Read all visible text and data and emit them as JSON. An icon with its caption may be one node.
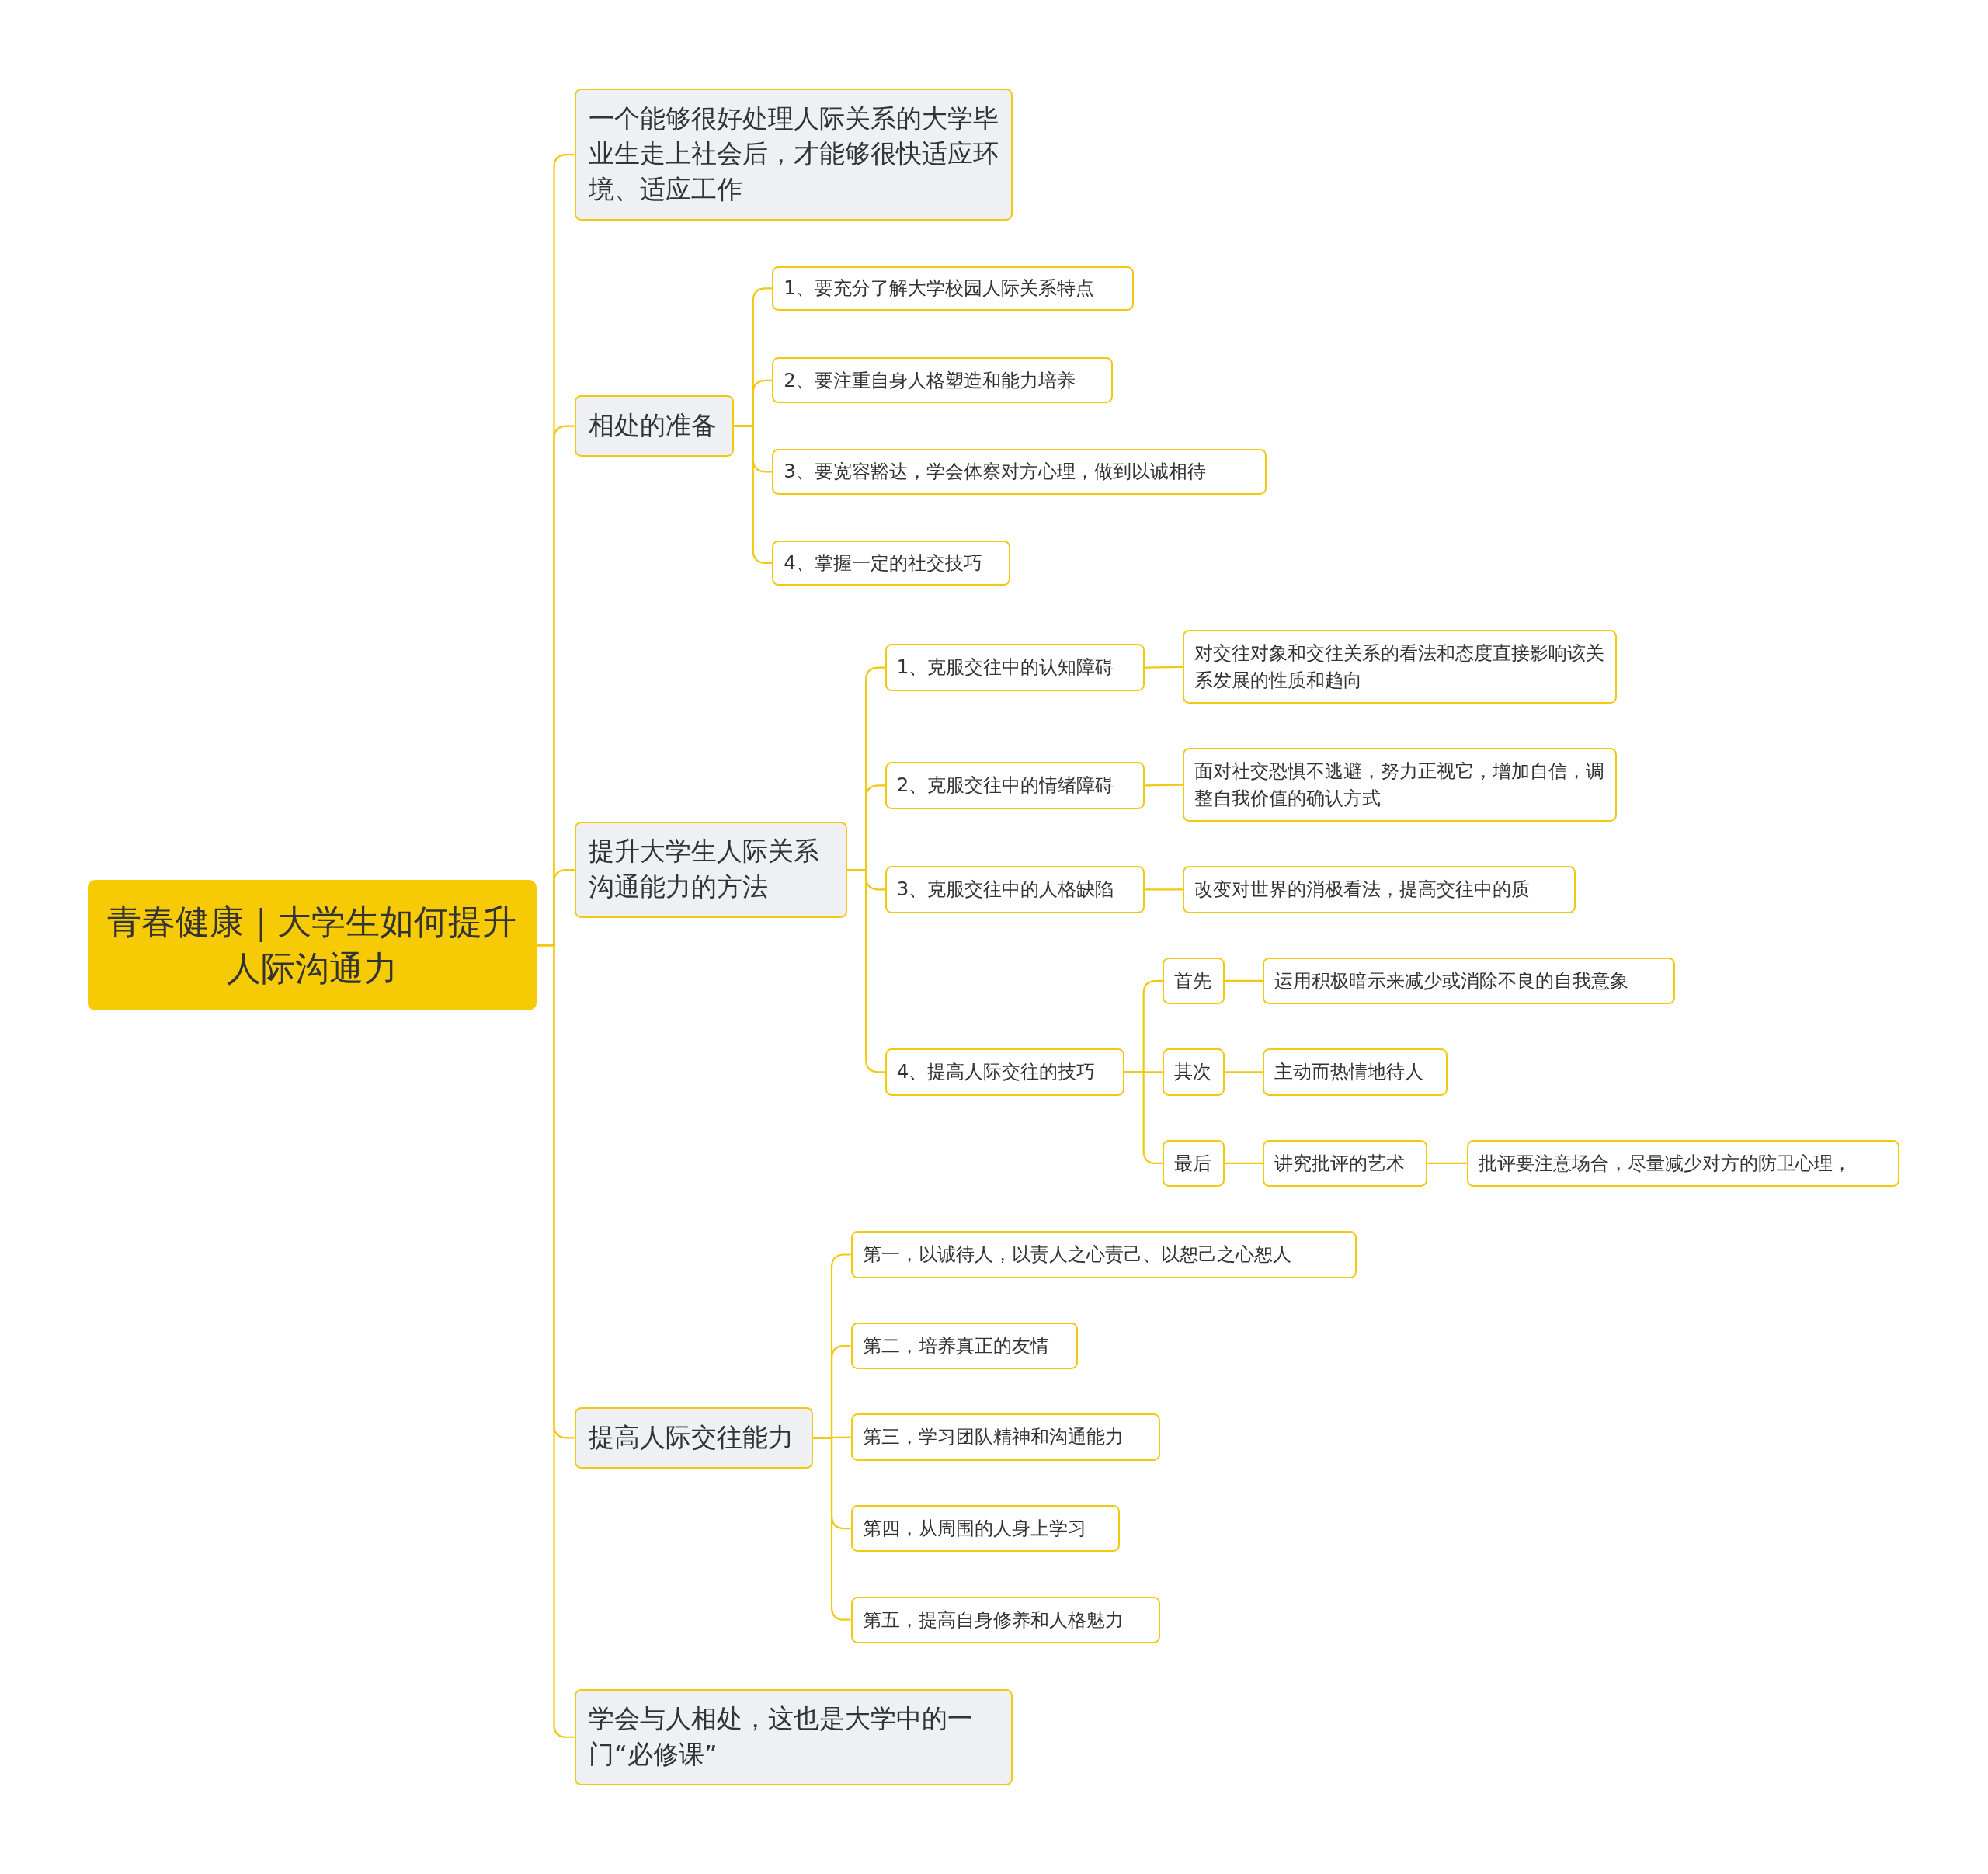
{
  "diagram": {
    "nodes": [
      {
        "text": [
          "青春健康｜大学生如何提升人际沟通力"
        ]
      },
      {
        "text": [
          "一个能够很好处理人际关系的大学毕业生走上社会后，才能够很快适应环境、适应工作"
        ]
      },
      {
        "text": [
          "相处的准备"
        ]
      },
      {
        "text": [
          "1、要充分了解大学校园人际关系特点"
        ]
      },
      {
        "text": [
          "2、要注重自身人格塑造和能力培养"
        ]
      },
      {
        "text": [
          "3、要宽容豁达，学会体察对方心理，做到以诚相待"
        ]
      },
      {
        "text": [
          "4、掌握一定的社交技巧"
        ]
      },
      {
        "text": [
          "提升大学生人际关系沟通能力的方法"
        ]
      },
      {
        "text": [
          "1、克服交往中的认知障碍"
        ]
      },
      {
        "text": [
          "对交往对象和交往关系的看法和态度直接影响该关系发展的性质和趋向"
        ]
      },
      {
        "text": [
          "2、克服交往中的情绪障碍"
        ]
      },
      {
        "text": [
          "面对社交恐惧不逃避，努力正视它，增加自信，调整自我价值的确认方式"
        ]
      },
      {
        "text": [
          "3、克服交往中的人格缺陷"
        ]
      },
      {
        "text": [
          "改变对世界的消极看法，提高交往中的质"
        ]
      },
      {
        "text": [
          "4、提高人际交往的技巧"
        ]
      },
      {
        "text": [
          "首先"
        ]
      },
      {
        "text": [
          "运用积极暗示来减少或消除不良的自我意象"
        ]
      },
      {
        "text": [
          "其次"
        ]
      },
      {
        "text": [
          "主动而热情地待人"
        ]
      },
      {
        "text": [
          "最后"
        ]
      },
      {
        "text": [
          "讲究批评的艺术"
        ]
      },
      {
        "text": [
          "批评要注意场合，尽量减少对方的防卫心理，"
        ]
      },
      {
        "text": [
          "提高人际交往能力"
        ]
      },
      {
        "text": [
          "第一，以诚待人，以责人之心责己、以恕己之心恕人"
        ]
      },
      {
        "text": [
          "第二，培养真正的友情"
        ]
      },
      {
        "text": [
          "第三，学习团队精神和沟通能力"
        ]
      },
      {
        "text": [
          "第四，从周围的人身上学习"
        ]
      },
      {
        "text": [
          "第五，提高自身修养和人格魅力"
        ]
      },
      {
        "text": [
          "学会与人相处，这也是大学中的一门“必修课”"
        ]
      }
    ],
    "edges": [
      {
        "from": 0,
        "to": 1,
        "arrow": "none"
      },
      {
        "from": 0,
        "to": 2,
        "arrow": "none"
      },
      {
        "from": 2,
        "to": 3,
        "arrow": "none"
      },
      {
        "from": 2,
        "to": 4,
        "arrow": "none"
      },
      {
        "from": 2,
        "to": 5,
        "arrow": "none"
      },
      {
        "from": 2,
        "to": 6,
        "arrow": "none"
      },
      {
        "from": 0,
        "to": 7,
        "arrow": "none"
      },
      {
        "from": 7,
        "to": 8,
        "arrow": "none"
      },
      {
        "from": 8,
        "to": 9,
        "arrow": "none"
      },
      {
        "from": 7,
        "to": 10,
        "arrow": "none"
      },
      {
        "from": 10,
        "to": 11,
        "arrow": "none"
      },
      {
        "from": 7,
        "to": 12,
        "arrow": "none"
      },
      {
        "from": 12,
        "to": 13,
        "arrow": "none"
      },
      {
        "from": 7,
        "to": 14,
        "arrow": "none"
      },
      {
        "from": 14,
        "to": 15,
        "arrow": "none"
      },
      {
        "from": 15,
        "to": 16,
        "arrow": "none"
      },
      {
        "from": 14,
        "to": 17,
        "arrow": "none"
      },
      {
        "from": 17,
        "to": 18,
        "arrow": "none"
      },
      {
        "from": 14,
        "to": 19,
        "arrow": "none"
      },
      {
        "from": 19,
        "to": 20,
        "arrow": "none"
      },
      {
        "from": 20,
        "to": 21,
        "arrow": "none"
      },
      {
        "from": 0,
        "to": 22,
        "arrow": "none"
      },
      {
        "from": 22,
        "to": 23,
        "arrow": "none"
      },
      {
        "from": 22,
        "to": 24,
        "arrow": "none"
      },
      {
        "from": 22,
        "to": 25,
        "arrow": "none"
      },
      {
        "from": 22,
        "to": 26,
        "arrow": "none"
      },
      {
        "from": 22,
        "to": 27,
        "arrow": "none"
      },
      {
        "from": 0,
        "to": 28,
        "arrow": "none"
      }
    ]
  }
}
